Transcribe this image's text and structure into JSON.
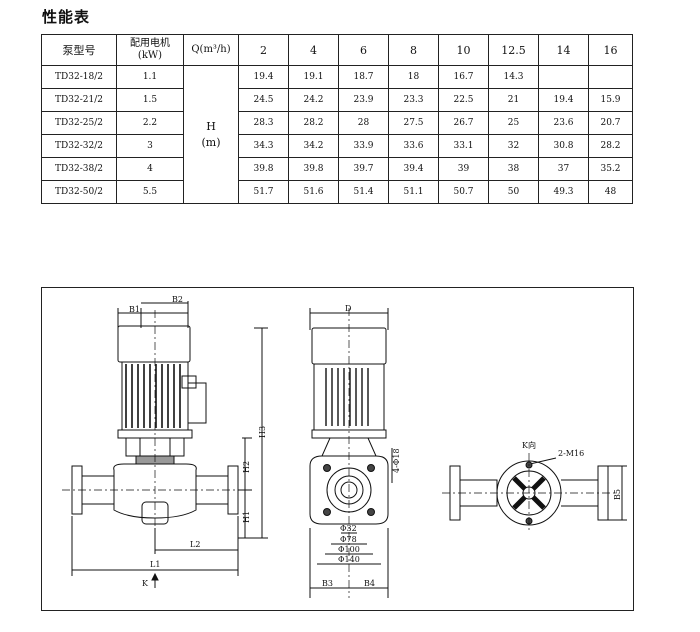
{
  "heading": "性能表",
  "table": {
    "pump_header": "泵型号",
    "motor_header_line1": "配用电机",
    "motor_header_line2": "(kW)",
    "q_header": "Q(m³/h)",
    "flows": [
      "2",
      "4",
      "6",
      "8",
      "10",
      "12.5",
      "14",
      "16"
    ],
    "h_label_line1": "H",
    "h_label_line2": "(m)",
    "rows": [
      {
        "model": "TD32-18/2",
        "power": "1.1",
        "h": [
          "19.4",
          "19.1",
          "18.7",
          "18",
          "16.7",
          "14.3",
          "",
          ""
        ]
      },
      {
        "model": "TD32-21/2",
        "power": "1.5",
        "h": [
          "24.5",
          "24.2",
          "23.9",
          "23.3",
          "22.5",
          "21",
          "19.4",
          "15.9"
        ]
      },
      {
        "model": "TD32-25/2",
        "power": "2.2",
        "h": [
          "28.3",
          "28.2",
          "28",
          "27.5",
          "26.7",
          "25",
          "23.6",
          "20.7"
        ]
      },
      {
        "model": "TD32-32/2",
        "power": "3",
        "h": [
          "34.3",
          "34.2",
          "33.9",
          "33.6",
          "33.1",
          "32",
          "30.8",
          "28.2"
        ]
      },
      {
        "model": "TD32-38/2",
        "power": "4",
        "h": [
          "39.8",
          "39.8",
          "39.7",
          "39.4",
          "39",
          "38",
          "37",
          "35.2"
        ]
      },
      {
        "model": "TD32-50/2",
        "power": "5.5",
        "h": [
          "51.7",
          "51.6",
          "51.4",
          "51.1",
          "50.7",
          "50",
          "49.3",
          "48"
        ]
      }
    ]
  },
  "drawing": {
    "front": {
      "b1": "B1",
      "b2": "B2",
      "h1": "H1",
      "h2": "H2",
      "h3": "H3",
      "l1": "L1",
      "l2": "L2",
      "k": "K"
    },
    "side": {
      "d": "D",
      "bolt": "4-Φ18",
      "d32": "Φ32",
      "d78": "Φ78",
      "d100": "Φ100",
      "d140": "Φ140",
      "b3": "B3",
      "b4": "B4"
    },
    "top": {
      "k_dir": "K向",
      "m16": "2-M16",
      "b5": "B5"
    }
  }
}
